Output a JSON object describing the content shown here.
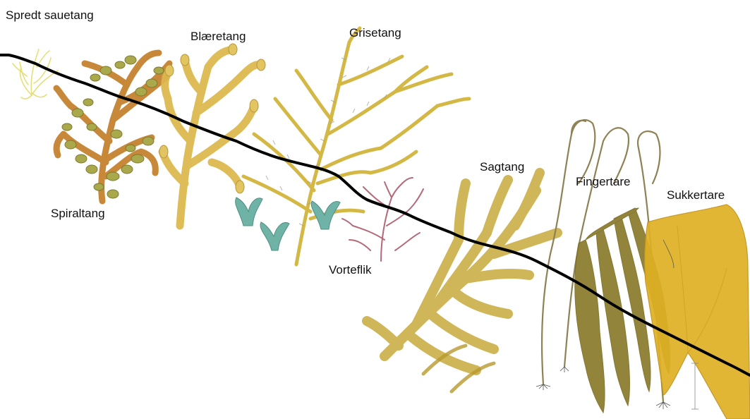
{
  "labels": {
    "spredt_sauetang": "Spredt sauetang",
    "blaeretang": "Blæretang",
    "grisetang": "Grisetang",
    "spiraltang": "Spiraltang",
    "sagtang": "Sagtang",
    "fingertare": "Fingertare",
    "sukkertare": "Sukkertare",
    "vorteflik": "Vorteflik"
  },
  "colors": {
    "shoreline": "#000000",
    "spredt_sauetang": "#e4e07a",
    "spiraltang": "#c8883a",
    "spiraltang_bladders": "#a9a84a",
    "blaeretang": "#dcb84c",
    "grisetang": "#d4b846",
    "vorteflik": "#b46a78",
    "green_alga": "#6fb3a6",
    "sagtang": "#c9ac42",
    "fingertare": "#8a7a2c",
    "sukkertare": "#e0b024"
  }
}
